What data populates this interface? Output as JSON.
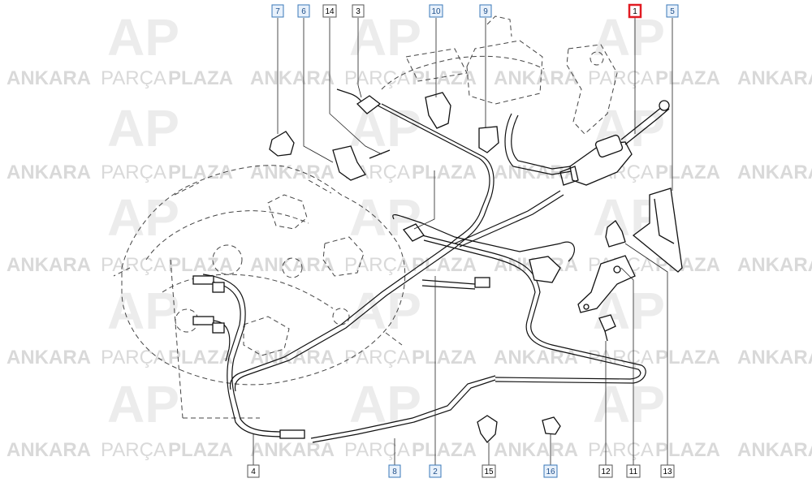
{
  "watermark": {
    "brand_left": "ANKARA",
    "brand_mid": "PARÇA",
    "brand_right": "PLAZA",
    "logo_glyph": "AP"
  },
  "callouts": [
    {
      "id": "c7",
      "label": "7",
      "style": "ref"
    },
    {
      "id": "c6",
      "label": "6",
      "style": "ref"
    },
    {
      "id": "c14",
      "label": "14",
      "style": "plain"
    },
    {
      "id": "c3",
      "label": "3",
      "style": "plain"
    },
    {
      "id": "c10",
      "label": "10",
      "style": "ref"
    },
    {
      "id": "c9",
      "label": "9",
      "style": "ref"
    },
    {
      "id": "c1",
      "label": "1",
      "style": "selected"
    },
    {
      "id": "c5",
      "label": "5",
      "style": "ref"
    },
    {
      "id": "c4",
      "label": "4",
      "style": "plain"
    },
    {
      "id": "c8",
      "label": "8",
      "style": "ref"
    },
    {
      "id": "c2",
      "label": "2",
      "style": "ref"
    },
    {
      "id": "c15",
      "label": "15",
      "style": "plain"
    },
    {
      "id": "c16",
      "label": "16",
      "style": "ref"
    },
    {
      "id": "c12",
      "label": "12",
      "style": "plain"
    },
    {
      "id": "c11",
      "label": "11",
      "style": "plain"
    },
    {
      "id": "c13",
      "label": "13",
      "style": "plain"
    }
  ],
  "colors": {
    "selected_border": "#e11b22",
    "ref_border": "#3a78b8",
    "watermark": "#d9d9d9"
  }
}
